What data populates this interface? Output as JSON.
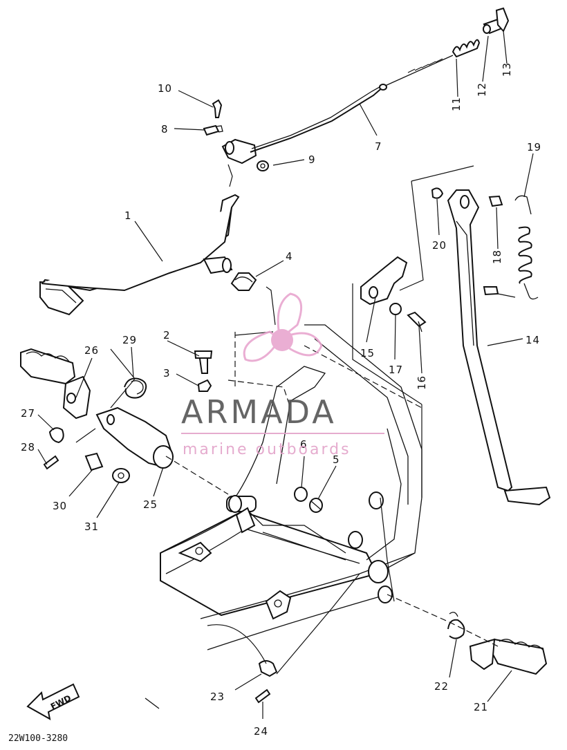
{
  "diagram": {
    "part_numbers": [
      "1",
      "2",
      "3",
      "4",
      "5",
      "6",
      "7",
      "8",
      "9",
      "10",
      "11",
      "12",
      "13",
      "14",
      "15",
      "16",
      "17",
      "18",
      "19",
      "20",
      "21",
      "22",
      "23",
      "24",
      "25",
      "26",
      "27",
      "28",
      "29",
      "30",
      "31"
    ],
    "drawing_code": "22W100-3280",
    "direction_label": "FWD"
  },
  "watermark": {
    "brand": "ARMADA",
    "tagline": "marine outboards",
    "logo_color": "#e8a6cf",
    "text_color": "#555555"
  }
}
